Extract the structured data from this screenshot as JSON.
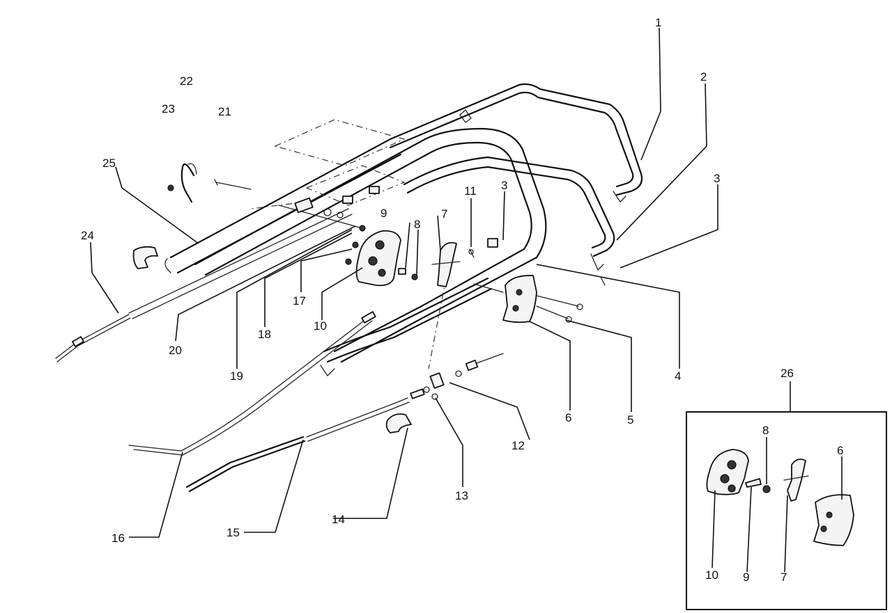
{
  "labels": {
    "l1": "1",
    "l2": "2",
    "l3a": "3",
    "l3b": "3",
    "l4": "4",
    "l5": "5",
    "l6": "6",
    "l7": "7",
    "l8": "8",
    "l9": "9",
    "l10": "10",
    "l11": "11",
    "l12": "12",
    "l13": "13",
    "l14": "14",
    "l15": "15",
    "l16": "16",
    "l17": "17",
    "l18": "18",
    "l19": "19",
    "l20": "20",
    "l21": "21",
    "l22": "22",
    "l23": "23",
    "l24": "24",
    "l25": "25",
    "l26": "26"
  },
  "inset": {
    "l8": "8",
    "l6": "6",
    "l10": "10",
    "l9": "9",
    "l7": "7"
  }
}
